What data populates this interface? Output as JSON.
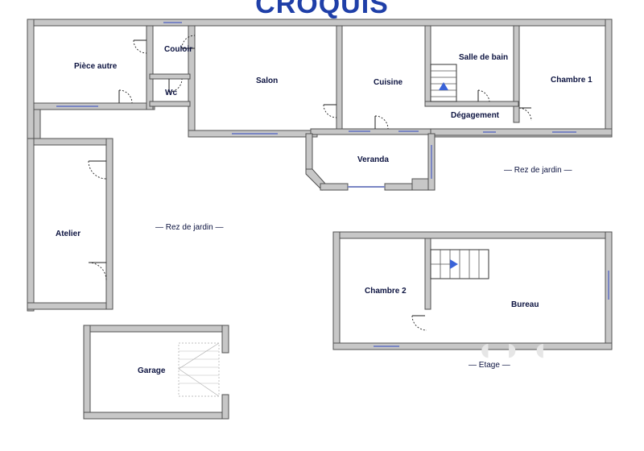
{
  "title": "CROQUIS",
  "rooms": {
    "piece_autre": "Pièce autre",
    "couloir": "Couloir",
    "wc": "Wc",
    "salon": "Salon",
    "cuisine": "Cuisine",
    "salle_de_bain": "Salle de bain",
    "chambre1": "Chambre 1",
    "degagement": "Dégagement",
    "veranda": "Veranda",
    "atelier": "Atelier",
    "chambre2": "Chambre 2",
    "bureau": "Bureau",
    "garage": "Garage"
  },
  "levels": {
    "rez_de_jardin_right": "— Rez de jardin —",
    "rez_de_jardin_center": "— Rez de jardin —",
    "etage": "— Etage —"
  },
  "colors": {
    "wall_fill": "#c7c7c7",
    "wall_stroke": "#505050",
    "window": "#7a86c4",
    "title": "#1f3fa8",
    "stair_arrow": "#3a63d8"
  },
  "icons": [
    "stair-arrow-up-icon",
    "stair-arrow-right-icon"
  ]
}
